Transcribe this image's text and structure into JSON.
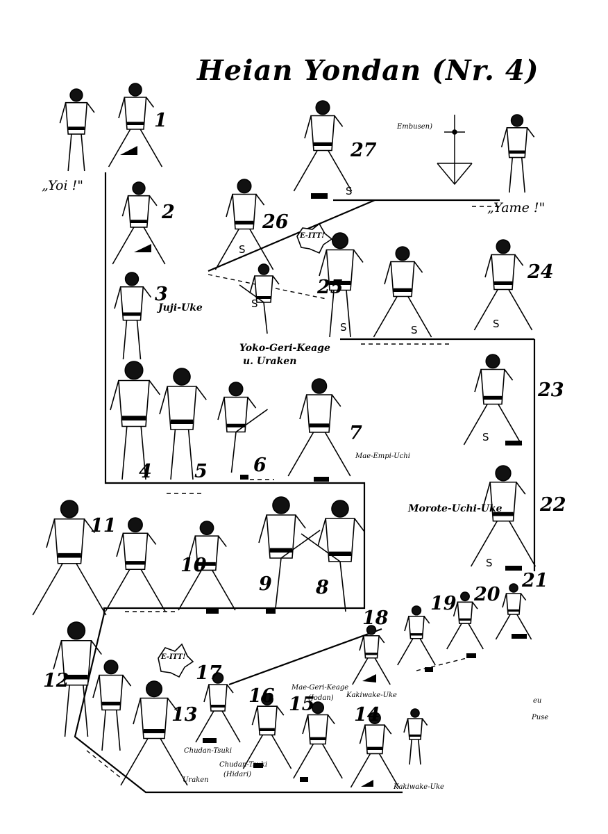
{
  "title": "Heian Yondan  (Nr. 4)",
  "calls": {
    "start": "„Yoi !\"",
    "end": "„Yame !\""
  },
  "embusen_label": "Embusen)",
  "step_numbers": [
    "1",
    "2",
    "3",
    "4",
    "5",
    "6",
    "7",
    "8",
    "9",
    "10",
    "11",
    "12",
    "13",
    "14",
    "15",
    "16",
    "17",
    "18",
    "19",
    "20",
    "21",
    "22",
    "23",
    "24",
    "25",
    "26",
    "27"
  ],
  "technique_labels": {
    "juji_uke": "Juji-Uke",
    "yoko_geri": "Yoko-Geri-Keage",
    "uraken": "u. Uraken",
    "mae_empi": "Mae-Empi-Uchi",
    "morote": "Morote-Uchi-Uke",
    "mae_geri": "Mae-Geri-Keage",
    "jodan": "(Jodan)",
    "kakiwake_1": "Kakiwake-Uke",
    "kakiwake_2": "Kakiwake-Uke",
    "chudan_tsuki_1": "Chudan-Tsuki",
    "chudan_tsuki_2": "Chudan-Tsuki",
    "hidari": "(Hidari)",
    "uraken_13": "Uraken"
  },
  "kiai": [
    "E-ITT!",
    "E-ITT!"
  ],
  "stance_marks": [
    "S",
    "S",
    "S",
    "S",
    "S",
    "S",
    "S",
    "S"
  ],
  "side_notes": [
    "eu",
    "Puse"
  ]
}
